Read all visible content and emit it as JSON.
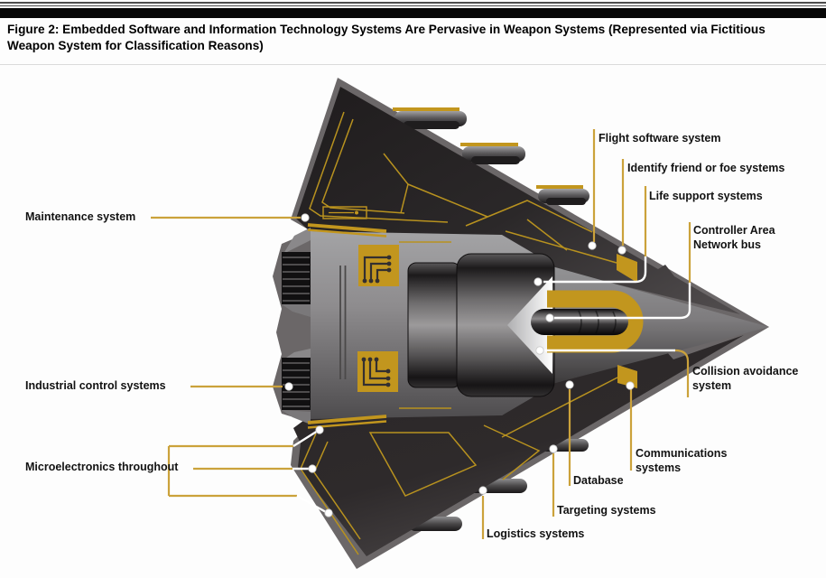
{
  "header": {
    "title": "Figure 2: Embedded Software and Information Technology Systems Are Pervasive in Weapon Systems (Represented via Fictitious Weapon System for Classification Reasons)"
  },
  "figure": {
    "labels": {
      "flight_software": "Flight software system",
      "identify_friend_foe": "Identify friend or foe systems",
      "life_support": "Life support systems",
      "can_bus": "Controller Area Network bus",
      "collision_avoidance": "Collision avoidance system",
      "communications": "Communications systems",
      "database": "Database",
      "targeting": "Targeting systems",
      "logistics": "Logistics systems",
      "maintenance": "Maintenance system",
      "industrial_control": "Industrial control systems",
      "microelectronics": "Microelectronics throughout"
    },
    "colors": {
      "accent_gold": "#c2961e",
      "leader_line_gold": "#cba23b",
      "dark_airframe": "#2b2728",
      "fuselage_gray": "#8e8c8e",
      "callout_dot": "#ffffff",
      "text": "#121212"
    }
  }
}
